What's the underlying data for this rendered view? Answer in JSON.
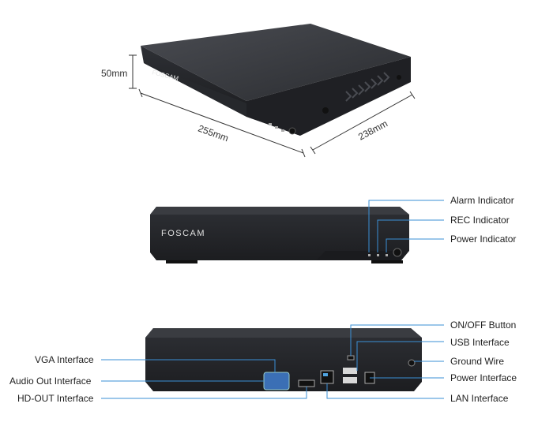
{
  "brand": "FOSCAM",
  "dimensions": {
    "height": "50mm",
    "width": "255mm",
    "depth": "238mm"
  },
  "front_callouts": [
    "Alarm Indicator",
    "REC Indicator",
    "Power Indicator"
  ],
  "rear_callouts_right": [
    "ON/OFF Button",
    "USB Interface",
    "Ground Wire",
    "Power Interface",
    "LAN Interface"
  ],
  "rear_callouts_left": [
    "VGA Interface",
    "Audio Out Interface",
    "HD-OUT Interface"
  ],
  "colors": {
    "device": "#2b2d31",
    "device_top": "#3a3c41",
    "leader": "#3a8fd6"
  }
}
